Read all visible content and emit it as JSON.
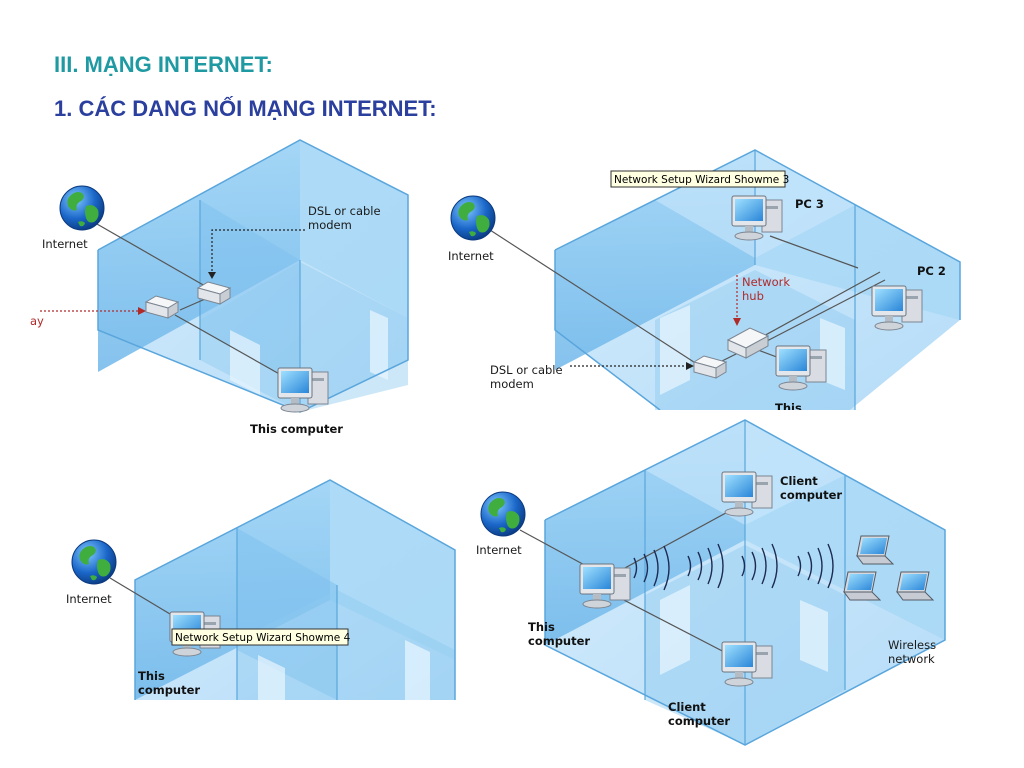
{
  "heading": {
    "section": "III. MẠNG INTERNET:",
    "subsection": "1. CÁC DANG NỐI MẠNG INTERNET:"
  },
  "diagrams": [
    {
      "id": "dsl-direct",
      "labels": {
        "internet": "Internet",
        "modem_l1": "DSL or cable",
        "modem_l2": "modem",
        "gateway_fragment": "ay",
        "computer": "This computer"
      }
    },
    {
      "id": "hub-network",
      "tooltip": "Network Setup Wizard Showme 3",
      "labels": {
        "internet": "Internet",
        "pc3": "PC 3",
        "pc2": "PC 2",
        "hub_l1": "Network",
        "hub_l2": "hub",
        "modem_l1": "DSL or cable",
        "modem_l2": "modem",
        "computer_fragment": "This"
      }
    },
    {
      "id": "single-computer",
      "tooltip": "Network Setup Wizard Showme 4",
      "labels": {
        "internet": "Internet",
        "computer_l1": "This",
        "computer_l2": "computer"
      }
    },
    {
      "id": "wireless",
      "labels": {
        "internet": "Internet",
        "client_top_l1": "Client",
        "client_top_l2": "computer",
        "this_l1": "This",
        "this_l2": "computer",
        "wireless_l1": "Wireless",
        "wireless_l2": "network",
        "client_bottom_l1": "Client",
        "client_bottom_l2": "computer"
      }
    }
  ],
  "colors": {
    "title_section": "#1f9aa3",
    "title_subsection": "#2b3f9e",
    "wall": "#8fcaf0",
    "floor": "#c4e4fb",
    "highlight_line": "#b02a2a"
  },
  "icons": [
    "globe-icon",
    "monitor-icon",
    "modem-icon",
    "hub-icon",
    "laptop-icon",
    "wireless-waves-icon"
  ]
}
